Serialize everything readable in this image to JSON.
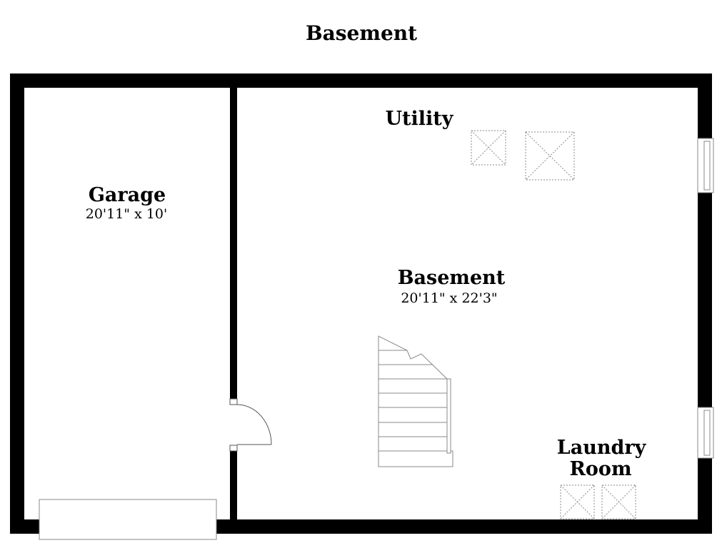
{
  "plan": {
    "title": "Basement",
    "wall_color": "#000000",
    "line_color": "#8a8a8a",
    "rooms": {
      "garage": {
        "name": "Garage",
        "dimensions": "20'11\" x 10'"
      },
      "utility": {
        "name": "Utility"
      },
      "basement": {
        "name": "Basement",
        "dimensions": "20'11\" x 22'3\""
      },
      "laundry": {
        "name_line1": "Laundry",
        "name_line2": "Room"
      }
    }
  }
}
